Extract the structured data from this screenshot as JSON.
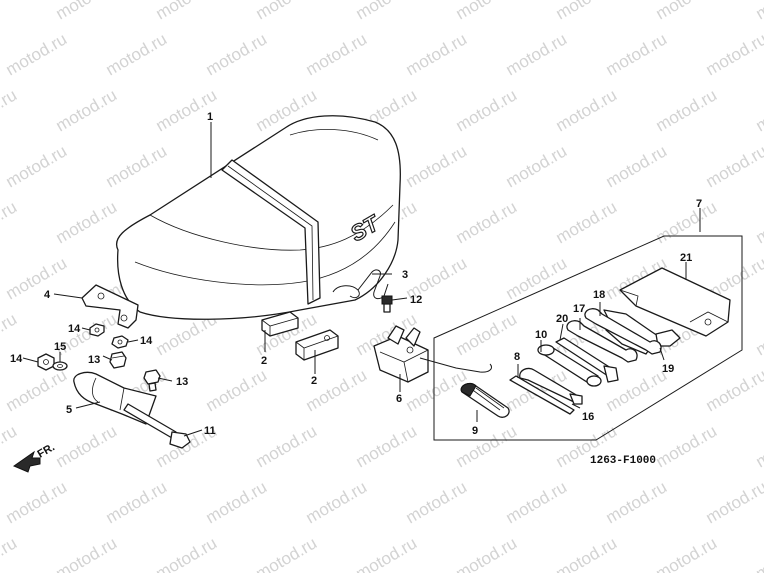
{
  "watermark": {
    "text": "motod.ru",
    "color": "#d3d3d3"
  },
  "diagram_code": "1263-F1000",
  "direction_label": "FR.",
  "seat_emblem": "ST",
  "callouts": {
    "seat": "1",
    "seat_stay_a": "2",
    "seat_stay_b": "2",
    "seat_spring": "3",
    "hinge_bracket": "4",
    "seat_lock_bracket": "5",
    "helmet_holder": "6",
    "tool_set": "7",
    "screwdriver_grip": "8",
    "spark_plug_wrench": "9",
    "box_wrench": "10",
    "bolt": "11",
    "screw_12": "12",
    "screw_13a": "13",
    "screw_13b": "13",
    "nut_14a": "14",
    "nut_14b": "14",
    "nut_14c": "14",
    "washer": "15",
    "screwdriver": "16",
    "open_wrench_a": "17",
    "open_wrench_b": "18",
    "pliers": "19",
    "pin_spanner": "20",
    "tool_bag": "21"
  }
}
